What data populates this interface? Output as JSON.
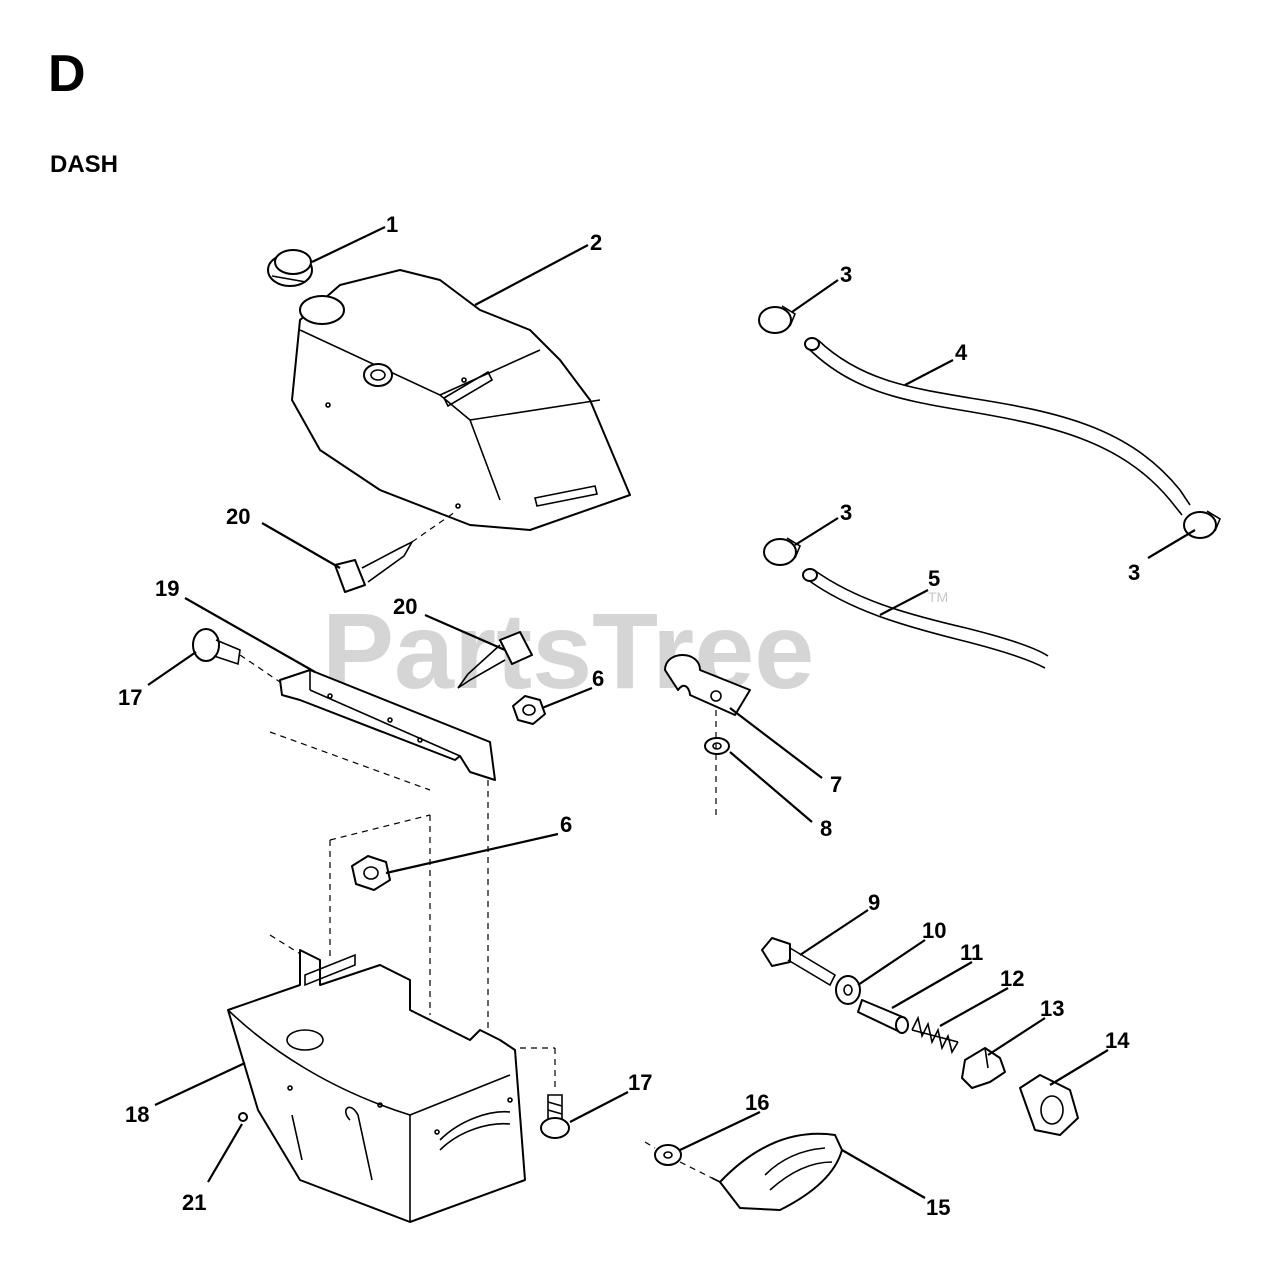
{
  "header": {
    "section_letter": "D",
    "section_title": "DASH"
  },
  "watermark": {
    "text": "PartsTree",
    "mark": "TM"
  },
  "callouts": [
    "1",
    "2",
    "3",
    "4",
    "3",
    "5",
    "3",
    "20",
    "19",
    "20",
    "17",
    "6",
    "7",
    "8",
    "6",
    "9",
    "10",
    "11",
    "12",
    "13",
    "14",
    "17",
    "16",
    "18",
    "21",
    "15"
  ]
}
